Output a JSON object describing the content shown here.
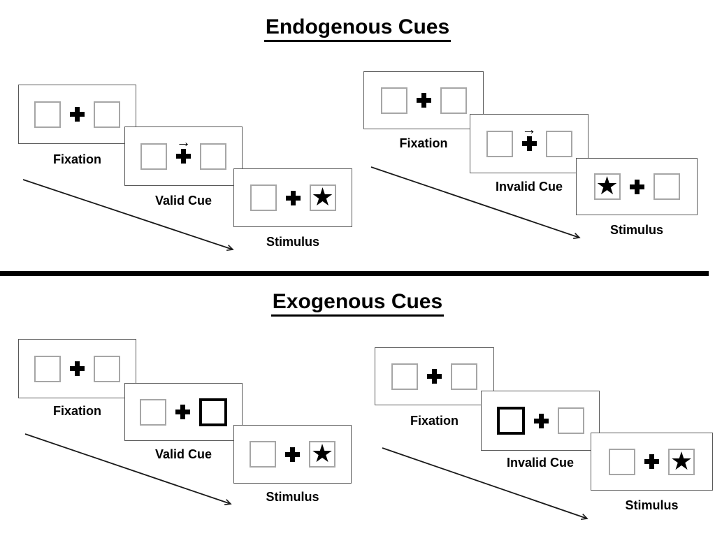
{
  "figure": {
    "description": "Posner cueing task trial sequences",
    "divider": true
  },
  "sections": [
    {
      "title": "Endogenous Cues",
      "groups": [
        {
          "name": "valid",
          "panels": [
            {
              "label": "Fixation",
              "type": "fixation"
            },
            {
              "label": "Valid Cue",
              "type": "arrow-cue",
              "arrow_direction": "right"
            },
            {
              "label": "Stimulus",
              "type": "stimulus",
              "star_side": "right"
            }
          ]
        },
        {
          "name": "invalid",
          "panels": [
            {
              "label": "Fixation",
              "type": "fixation"
            },
            {
              "label": "Invalid Cue",
              "type": "arrow-cue",
              "arrow_direction": "right"
            },
            {
              "label": "Stimulus",
              "type": "stimulus",
              "star_side": "left"
            }
          ]
        }
      ]
    },
    {
      "title": "Exogenous Cues",
      "groups": [
        {
          "name": "valid",
          "panels": [
            {
              "label": "Fixation",
              "type": "fixation"
            },
            {
              "label": "Valid Cue",
              "type": "box-cue",
              "bold_box_side": "right"
            },
            {
              "label": "Stimulus",
              "type": "stimulus",
              "star_side": "right"
            }
          ]
        },
        {
          "name": "invalid",
          "panels": [
            {
              "label": "Fixation",
              "type": "fixation"
            },
            {
              "label": "Invalid Cue",
              "type": "box-cue",
              "bold_box_side": "left"
            },
            {
              "label": "Stimulus",
              "type": "stimulus",
              "star_side": "right"
            }
          ]
        }
      ]
    }
  ],
  "glyphs": {
    "star": "★",
    "cue_arrow": "→",
    "fixation_cross": "+"
  },
  "colors": {
    "ink": "#000000",
    "panel_border": "#595959",
    "box_border": "#a6a6a6",
    "background": "#ffffff"
  }
}
